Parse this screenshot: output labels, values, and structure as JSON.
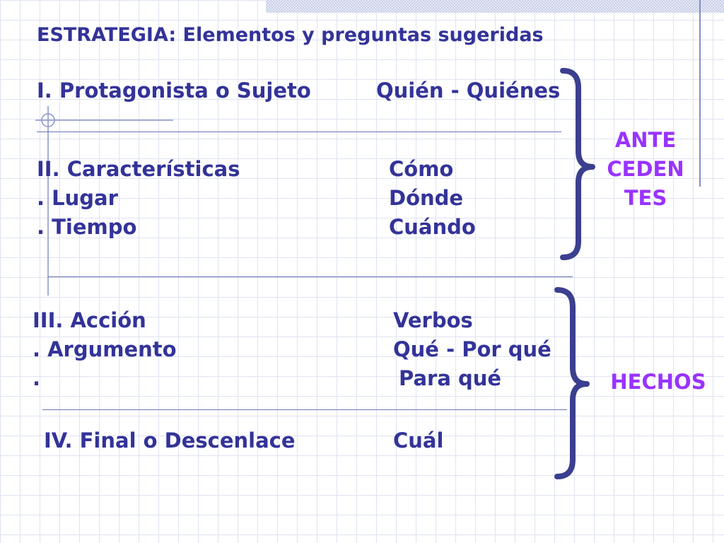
{
  "title": "ESTRATEGIA: Elementos y preguntas sugeridas",
  "rows": [
    {
      "left": "I. Protagonista o Sujeto",
      "right": "Quién - Quiénes"
    },
    {
      "left": "II. Características",
      "right": "Cómo"
    },
    {
      "left": ".    Lugar",
      "right": "Dónde"
    },
    {
      "left": ".    Tiempo",
      "right": "Cuándo"
    },
    {
      "left": "III. Acción",
      "right": "Verbos"
    },
    {
      "left": ".      Argumento",
      "right": "Qué - Por qué"
    },
    {
      "left": ".",
      "right": "Para qué"
    },
    {
      "left": "IV. Final o Descenlace",
      "right": "Cuál"
    }
  ],
  "groups": {
    "antecedentes": {
      "line1": "ANTE",
      "line2": "CEDEN",
      "line3": "TES"
    },
    "hechos": "HECHOS"
  },
  "colors": {
    "text": "#333399",
    "accent": "#9933ff",
    "brace": "#3b3f8f"
  }
}
